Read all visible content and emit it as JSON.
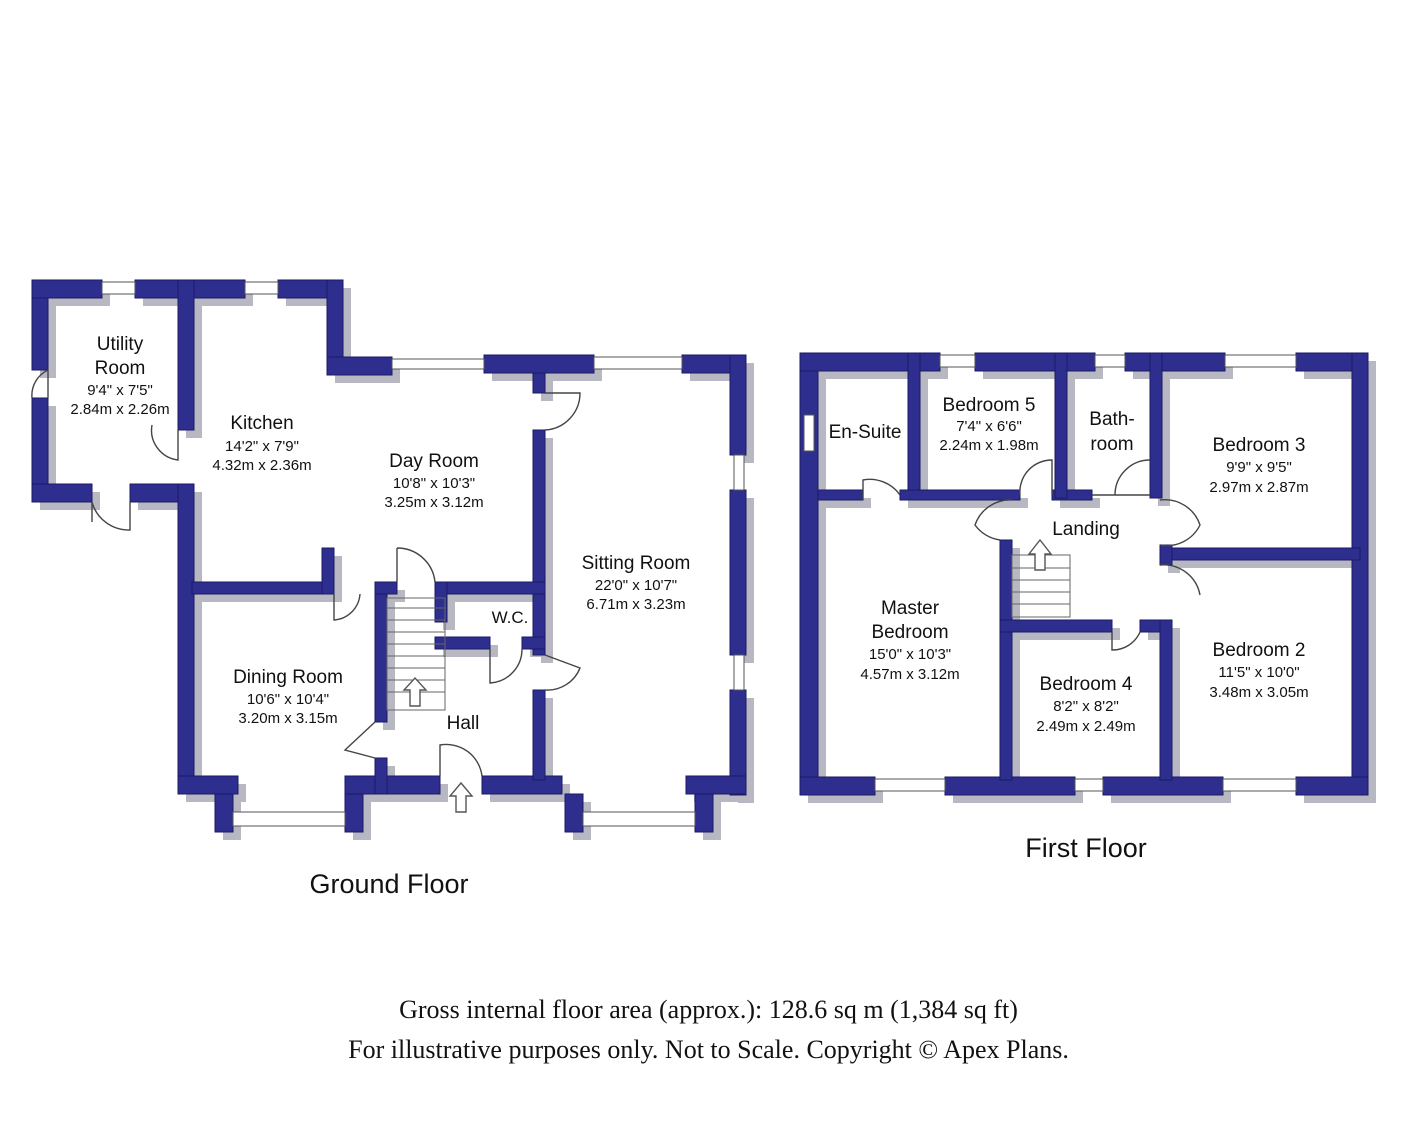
{
  "rooms": {
    "utility": {
      "name1": "Utility",
      "name2": "Room",
      "imperial": "9'4\" x 7'5\"",
      "metric": "2.84m x 2.26m"
    },
    "kitchen": {
      "name": "Kitchen",
      "imperial": "14'2\" x 7'9\"",
      "metric": "4.32m x 2.36m"
    },
    "day_room": {
      "name": "Day Room",
      "imperial": "10'8\" x 10'3\"",
      "metric": "3.25m x 3.12m"
    },
    "sitting_room": {
      "name": "Sitting Room",
      "imperial": "22'0\" x 10'7\"",
      "metric": "6.71m x 3.23m"
    },
    "dining_room": {
      "name": "Dining Room",
      "imperial": "10'6\" x 10'4\"",
      "metric": "3.20m x 3.15m"
    },
    "wc": {
      "name": "W.C."
    },
    "hall": {
      "name": "Hall"
    },
    "en_suite": {
      "name": "En-Suite"
    },
    "bedroom5": {
      "name": "Bedroom 5",
      "imperial": "7'4\" x 6'6\"",
      "metric": "2.24m x 1.98m"
    },
    "bathroom": {
      "name1": "Bath-",
      "name2": "room"
    },
    "bedroom3": {
      "name": "Bedroom 3",
      "imperial": "9'9\" x 9'5\"",
      "metric": "2.97m x 2.87m"
    },
    "landing": {
      "name": "Landing"
    },
    "master_bedroom": {
      "name1": "Master",
      "name2": "Bedroom",
      "imperial": "15'0\" x 10'3\"",
      "metric": "4.57m x 3.12m"
    },
    "bedroom4": {
      "name": "Bedroom 4",
      "imperial": "8'2\" x 8'2\"",
      "metric": "2.49m x 2.49m"
    },
    "bedroom2": {
      "name": "Bedroom 2",
      "imperial": "11'5\" x 10'0\"",
      "metric": "3.48m x 3.05m"
    }
  },
  "floors": {
    "ground": "Ground Floor",
    "first": "First Floor"
  },
  "footer": {
    "area": "Gross internal floor area (approx.): 128.6 sq m (1,384 sq ft)",
    "disclaimer": "For illustrative purposes only. Not to Scale. Copyright © Apex Plans."
  },
  "colors": {
    "wall": "#2e2e8f",
    "wall_shadow": "#b8b8c2"
  }
}
